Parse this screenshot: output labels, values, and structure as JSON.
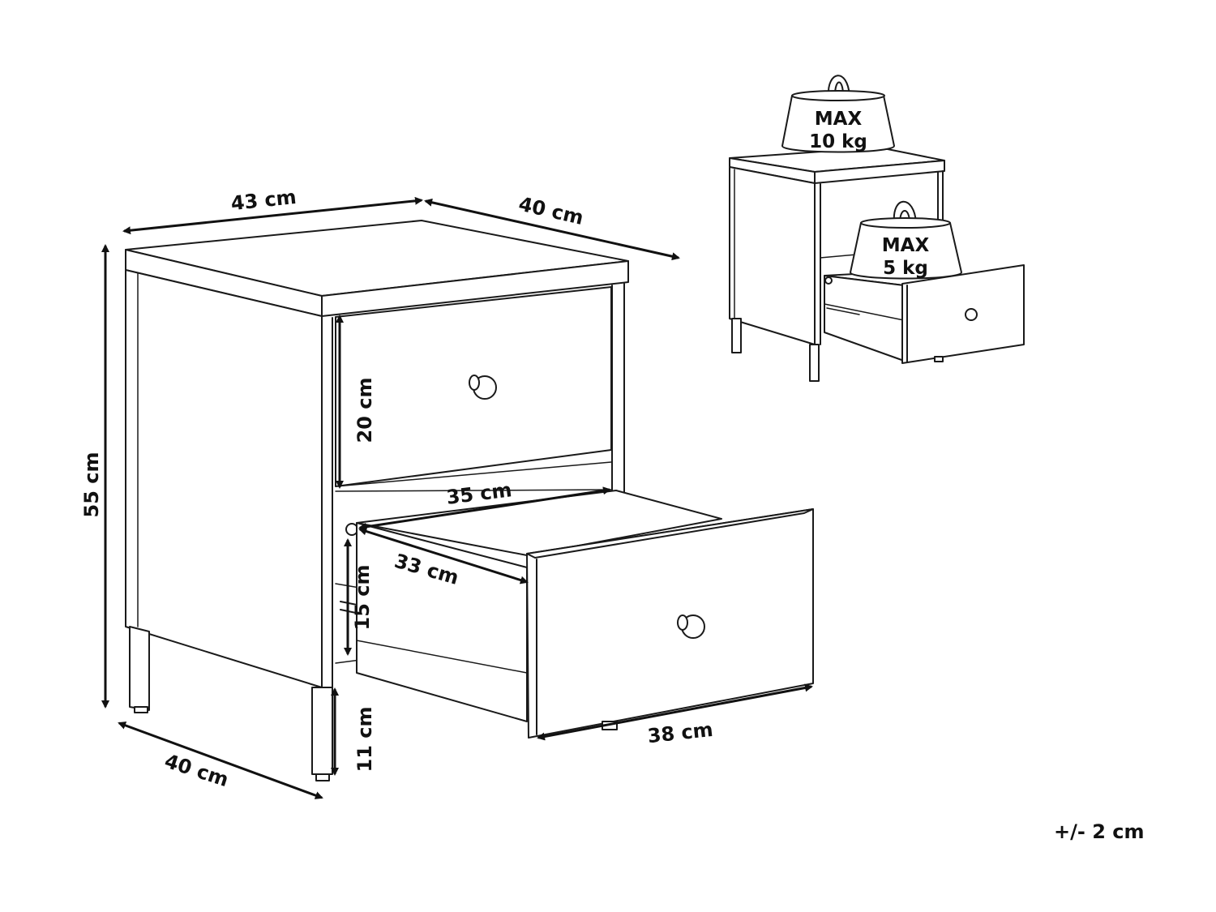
{
  "dimensions": {
    "top_width": "43 cm",
    "top_depth": "40 cm",
    "height": "55 cm",
    "drawer_front_height": "20 cm",
    "inner_width": "35 cm",
    "inner_depth": "33 cm",
    "drawer_depth": "15 cm",
    "drawer_front_width": "38 cm",
    "leg_height": "11 cm",
    "base_depth": "40 cm"
  },
  "load_limits": {
    "top": {
      "line1": "MAX",
      "line2": "10 kg"
    },
    "drawer": {
      "line1": "MAX",
      "line2": "5 kg"
    }
  },
  "tolerance": "+/- 2 cm"
}
